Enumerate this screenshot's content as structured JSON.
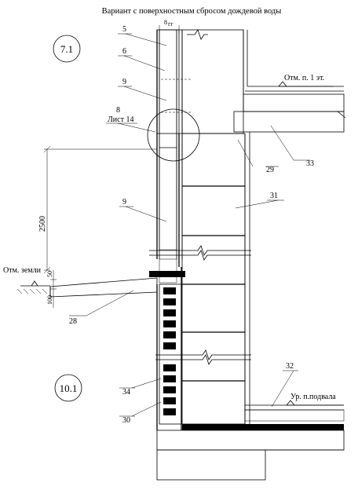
{
  "title": "Вариант с поверхностным сбросом дождевой воды",
  "circles": {
    "detail_top": "7.1",
    "detail_bottom": "10.1"
  },
  "levels": {
    "first_floor": "Отм. п. 1 эт.",
    "ground": "Отм. земли",
    "basement_floor": "Ур. п.подвала"
  },
  "dimensions": {
    "gap": "8",
    "gap_sub": "гг",
    "height": "2500",
    "small_50": "50",
    "small_100": "100"
  },
  "callouts": {
    "c5": "5",
    "c6": "6",
    "c9a": "9",
    "c8": "8",
    "sheet": "Лист 14",
    "c29": "29",
    "c33": "33",
    "c31": "31",
    "c9b": "9",
    "c28": "28",
    "c32": "32",
    "c34": "34",
    "c30": "30"
  }
}
